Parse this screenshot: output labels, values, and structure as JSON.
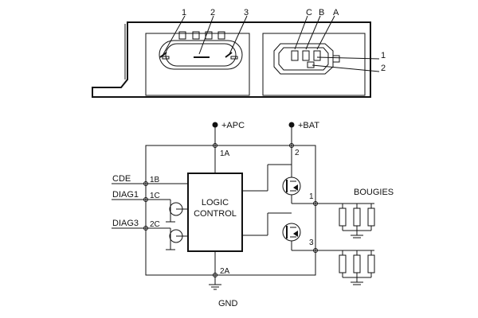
{
  "connectors": {
    "left_pins": [
      "1",
      "2",
      "3"
    ],
    "right_pins": [
      "C",
      "B",
      "A"
    ],
    "side_pins": [
      "1",
      "2"
    ]
  },
  "supply": {
    "apc": "+APC",
    "bat": "+BAT",
    "gnd": "GND"
  },
  "nodes": {
    "n1a": "1A",
    "n2": "2",
    "n1b": "1B",
    "n1c": "1C",
    "n2c": "2C",
    "n1": "1",
    "n3": "3",
    "n2a": "2A"
  },
  "inputs": {
    "cde": "CDE",
    "diag1": "DIAG1",
    "diag3": "DIAG3"
  },
  "logic": {
    "line1": "LOGIC",
    "line2": "CONTROL"
  },
  "output": {
    "bougies": "BOUGIES"
  }
}
